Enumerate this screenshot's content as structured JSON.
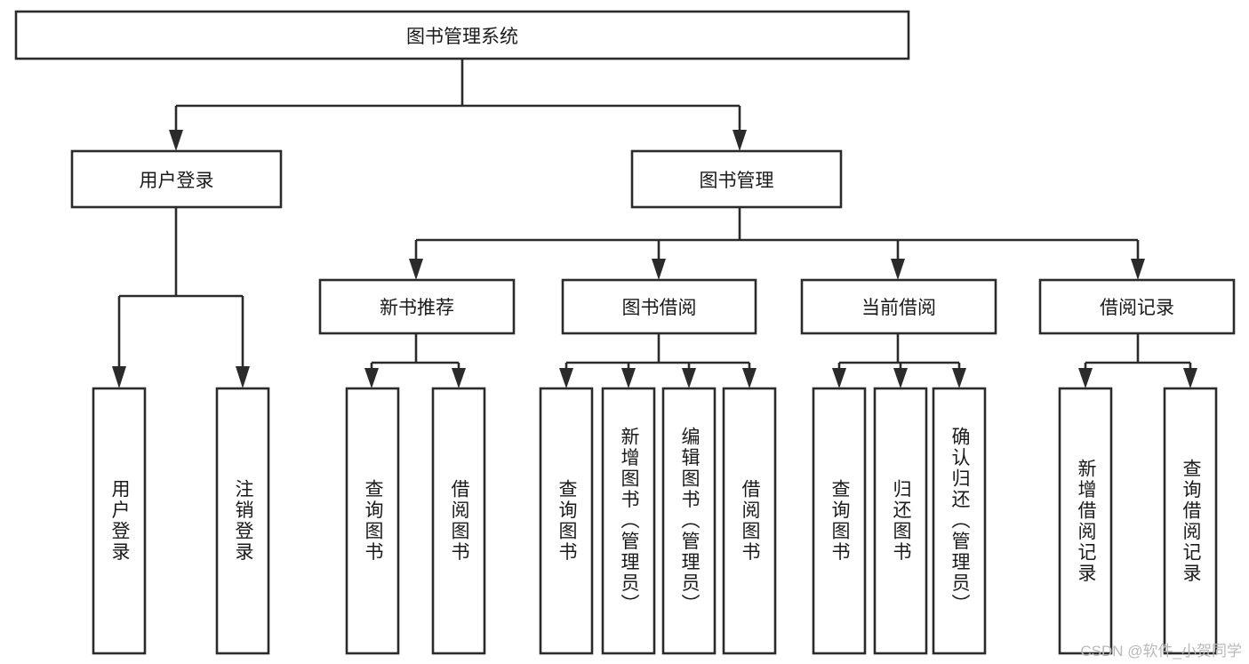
{
  "diagram": {
    "type": "tree",
    "title": "图书管理系统",
    "watermark": "CSDN @软件_小贺同学",
    "colors": {
      "box_stroke": "#2b2b2b",
      "box_fill": "#ffffff",
      "text": "#1a1a1a",
      "background": "#ffffff",
      "watermark": "#b9b9b9"
    },
    "levels": {
      "root": {
        "label": "图书管理系统"
      },
      "level2": [
        {
          "label": "用户登录"
        },
        {
          "label": "图书管理"
        }
      ],
      "level3": [
        {
          "label": "新书推荐"
        },
        {
          "label": "图书借阅"
        },
        {
          "label": "当前借阅"
        },
        {
          "label": "借阅记录"
        }
      ],
      "leaves": [
        {
          "label": "用户登录",
          "parent": "用户登录"
        },
        {
          "label": "注销登录",
          "parent": "用户登录"
        },
        {
          "label": "查询图书",
          "parent": "新书推荐"
        },
        {
          "label": "借阅图书",
          "parent": "新书推荐"
        },
        {
          "label": "查询图书",
          "parent": "图书借阅"
        },
        {
          "label": "新增图书（管理员）",
          "parent": "图书借阅"
        },
        {
          "label": "编辑图书（管理员）",
          "parent": "图书借阅"
        },
        {
          "label": "借阅图书",
          "parent": "图书借阅"
        },
        {
          "label": "查询图书",
          "parent": "当前借阅"
        },
        {
          "label": "归还图书",
          "parent": "当前借阅"
        },
        {
          "label": "确认归还（管理员）",
          "parent": "当前借阅"
        },
        {
          "label": "新增借阅记录",
          "parent": "借阅记录"
        },
        {
          "label": "查询借阅记录",
          "parent": "借阅记录"
        }
      ]
    }
  }
}
